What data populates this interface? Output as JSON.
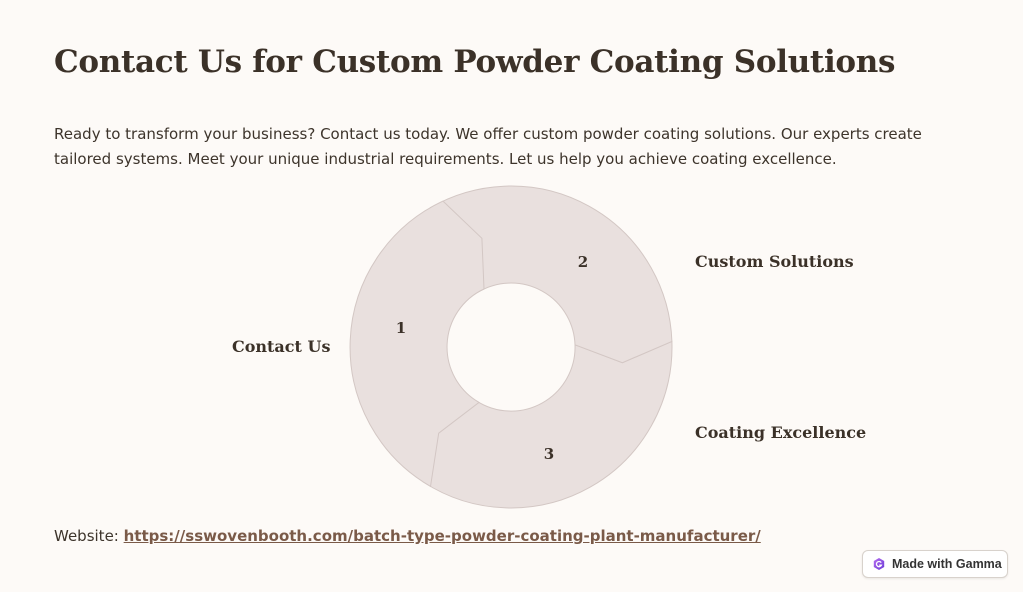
{
  "title": "Contact Us for Custom Powder Coating Solutions",
  "intro": "Ready to transform your business? Contact us today. We offer custom powder coating solutions. Our experts create tailored systems. Meet your unique industrial requirements. Let us help you achieve coating excellence.",
  "cycle": {
    "steps": [
      {
        "number": "1",
        "label": "Contact Us"
      },
      {
        "number": "2",
        "label": "Custom Solutions"
      },
      {
        "number": "3",
        "label": "Coating Excellence"
      }
    ],
    "colors": {
      "segment": "#e9e0de",
      "border": "#d3c7c4"
    }
  },
  "website": {
    "prefix": "Website: ",
    "url": "https://sswovenbooth.com/batch-type-powder-coating-plant-manufacturer/"
  },
  "badge": {
    "label": "Made with Gamma",
    "icon": "gamma-logo-icon"
  }
}
